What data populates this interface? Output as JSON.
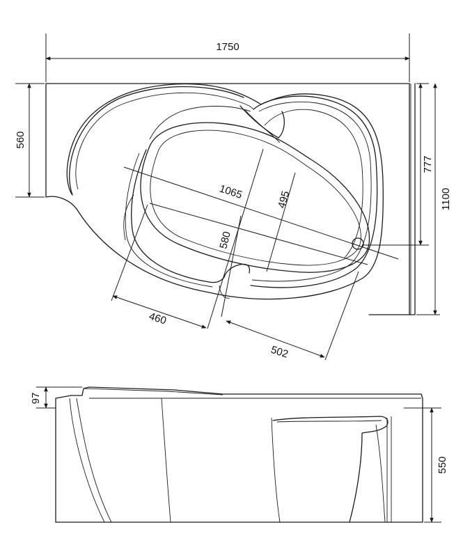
{
  "dimensions": {
    "total_length": "1750",
    "side_height_left": "560",
    "side_height_right_inner": "777",
    "total_width": "1100",
    "bowl_length": "1065",
    "bowl_width": "495",
    "inner_width": "580",
    "seat_offset_left": "460",
    "seat_offset_right": "502",
    "rim_height": "97",
    "body_height": "550"
  }
}
